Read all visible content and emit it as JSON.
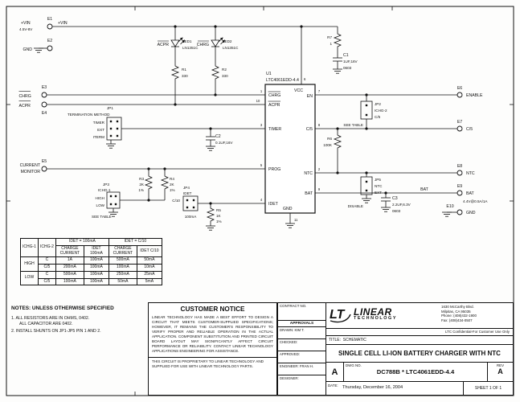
{
  "sch": {
    "vin": "+VIN",
    "vin_range": "4.5V-8V",
    "e1": "E1",
    "e2": "E2",
    "e2_net": "GND",
    "led1_net": "ACPR",
    "led1_ref": "LED1",
    "led1_part": "LN1351C",
    "led2_net": "CHRG",
    "led2_ref": "LED2",
    "led2_part": "LN1351C",
    "r1": "R1",
    "r1_val": "330",
    "r2": "R2",
    "r2_val": "330",
    "e3": "E3",
    "e3_net": "CHRG",
    "e4": "E4",
    "e4_net": "ACPR",
    "u1": "U1",
    "u1_part": "LTC4061EDD-4.4",
    "pins": {
      "chrg": "CHRG",
      "acpr": "ACPR",
      "timer": "TIMER",
      "prog": "PROG",
      "idet": "IDET",
      "gnd": "GND",
      "vcc": "VCC",
      "en": "EN",
      "c5": "C/5",
      "ntc": "NTC",
      "bat": "BAT"
    },
    "pin_nums": {
      "chrg": "1",
      "acpr": "10",
      "timer": "3",
      "prog": "5",
      "idet": "4",
      "gnd": "11",
      "vcc": "6",
      "en": "7",
      "c5": "8",
      "ntc": "2",
      "bat": "9"
    },
    "jp1": "JP1",
    "jp1_title": "TERMINATION METHOD",
    "jp1_opt1": "TIMER",
    "jp1_opt2": "EXT",
    "jp1_opt3": "ITERM",
    "c2": "C2",
    "c2_val": "0.1UF,16V",
    "e5": "E5",
    "e5_net1": "CURRENT",
    "e5_net2": "MONITOR",
    "jp3": "JP3",
    "jp3_name": "ICHG-1",
    "jp3_opt1": "HIGH",
    "jp3_opt2": "LOW",
    "jp3_note": "SEE TABLE",
    "r3": "R3",
    "r3_val": "2K",
    "r3_tol": "1%",
    "r4": "R4",
    "r4_val": "2K",
    "r4_tol": "1%",
    "jp4": "JP4",
    "jp4_name": "IDET",
    "jp4_opt1": "C/10",
    "jp4_opt2": "100mA",
    "r5": "R5",
    "r5_val": "1K",
    "r5_tol": "1%",
    "r6": "R6",
    "r6_val": "100K",
    "r7": "R7",
    "r7_val": "1",
    "c1": "C1",
    "c1_val": "1UF,16V",
    "c1_size": "0603",
    "jp2": "JP2",
    "jp2_name": "ICHG-2",
    "jp2_opt": "C/5",
    "jp2_note": "SEE TABLE",
    "jp5": "JP5",
    "jp5_name": "NTC",
    "jp5_opt1": "EXT",
    "jp5_opt2": "DISABLE",
    "c3": "C3",
    "c3_val": "2.2UF,6.3V",
    "c3_size": "0603",
    "e6": "E6",
    "e6_net": "ENABLE",
    "e7": "E7",
    "e7_net": "C/5",
    "e8": "E8",
    "e8_net": "NTC",
    "e9": "E9",
    "e9_net": "BAT",
    "e9_spec": "4.4V@0.5A/1A",
    "bat_label": "BAT",
    "e10": "E10",
    "e10_net": "GND"
  },
  "jumper_table": {
    "h_ichg1": "ICHG-1",
    "h_ichg2": "ICHG-2",
    "h_idet100": "IDET = 100mA",
    "h_idetc10": "IDET = C/10",
    "h_charge": "CHARGE CURRENT",
    "h_idet100_sub": "IDET 100mA",
    "h_idetc10_sub": "IDET C/10",
    "rows": [
      {
        "ichg1": "HIGH",
        "ichg2": "C",
        "cc1": "1A",
        "id1": "100mA",
        "cc2": "500mA",
        "id2": "50mA"
      },
      {
        "ichg2": "C/5",
        "cc1": "200mA",
        "id1": "100mA",
        "cc2": "100mA",
        "id2": "10mA"
      },
      {
        "ichg1": "LOW",
        "ichg2": "C",
        "cc1": "500mA",
        "id1": "100mA",
        "cc2": "250mA",
        "id2": "25mA"
      },
      {
        "ichg2": "C/5",
        "cc1": "100mA",
        "id1": "100mA",
        "cc2": "50mA",
        "id2": "5mA"
      }
    ]
  },
  "notes": {
    "title": "NOTES:  UNLESS OTHERWISE SPECIFIED",
    "n1a": "1.  ALL RESISTORS ARE IN OHMS, 0402.",
    "n1b": "ALL CAPACITOR ARE 0402.",
    "n2": "2.  INSTALL SHUNTS ON JP1-JP5 PIN 1 AND 2."
  },
  "customer_notice": {
    "title": "CUSTOMER NOTICE",
    "body": "LINEAR TECHNOLOGY HAS MADE A BEST EFFORT TO DESIGN A CIRCUIT THAT MEETS CUSTOMER-SUPPLIED SPECIFICATIONS; HOWEVER, IT REMAINS THE CUSTOMER'S RESPONSIBILITY TO VERIFY PROPER AND RELIABLE OPERATION IN THE ACTUAL APPLICATION. COMPONENT SUBSTITUTION AND PRINTED CIRCUIT BOARD LAYOUT MAY SIGNIFICANTLY AFFECT CIRCUIT PERFORMANCE OR RELIABILITY.  CONTACT LINEAR TECHNOLOGY APPLICATIONS ENGINEERING FOR ASSISTANCE.",
    "footer": "THIS CIRCUIT IS PROPRIETARY TO LINEAR TECHNOLOGY AND SUPPLIED FOR USE WITH LINEAR TECHNOLOGY PARTS."
  },
  "title_block": {
    "contract_label": "CONTRACT NO.",
    "approvals_label": "APPROVALS",
    "approvals": [
      {
        "label": "DRAWN:",
        "value": "KIM T."
      },
      {
        "label": "CHECKED:",
        "value": ""
      },
      {
        "label": "APPROVED:",
        "value": ""
      },
      {
        "label": "ENGINEER:",
        "value": "FRAN H."
      },
      {
        "label": "DESIGNER:",
        "value": ""
      }
    ],
    "logo_glyph": "LT",
    "company1": "LINEAR",
    "company2": "TECHNOLOGY",
    "address1": "1630 McCarthy Blvd.",
    "address2": "Milpitas, CA 95035",
    "phone": "Phone: (408)432-1900",
    "fax": "Fax: (408)434-0507",
    "confidential": "LTC Confidential-For Customer Use Only",
    "title_label": "TITLE:",
    "title_value": "SCHEMATIC",
    "main_title": "SINGLE CELL LI-ION BATTERY CHARGER WITH NTC",
    "size_value": "A",
    "dwg_label": "DWG NO.",
    "dwg_value": "DC788B * LTC4061EDD-4.4",
    "rev_label": "REV",
    "rev_value": "A",
    "date_label": "DATE:",
    "date_value": "Thursday, December 16, 2004",
    "sheet_text": "SHEET  1  OF  1"
  }
}
